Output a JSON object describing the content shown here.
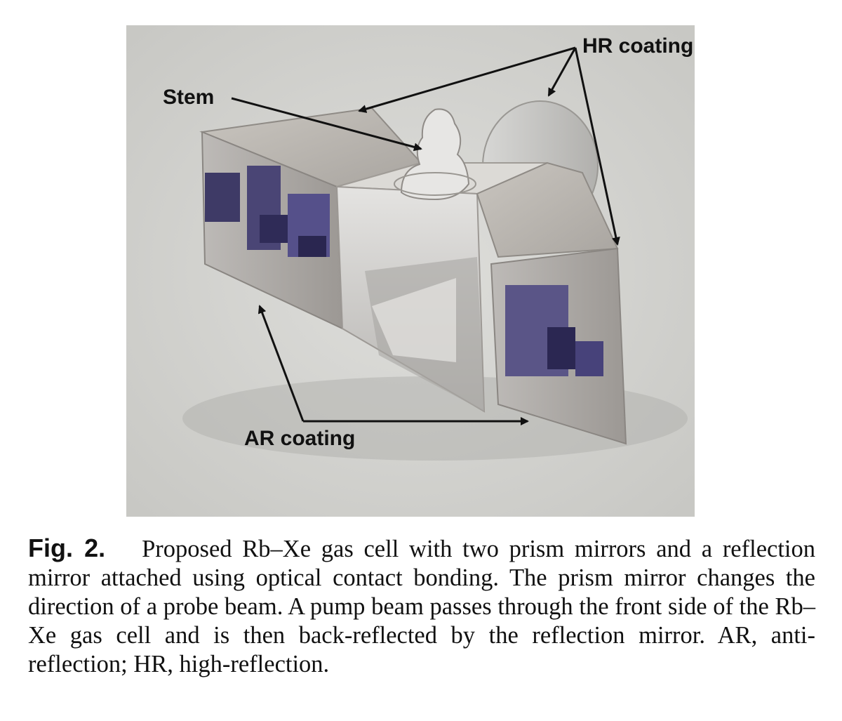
{
  "figure": {
    "callouts": {
      "hr": "HR coating",
      "stem": "Stem",
      "ar": "AR coating"
    }
  },
  "caption": {
    "label": "Fig. 2.",
    "text": "Proposed Rb–Xe gas cell with two prism mirrors and a reflection mirror attached using optical contact bonding. The prism mirror changes the direction of a probe beam. A pump beam passes through the front side of the Rb–Xe gas cell and is then back-reflected by the reflection mirror. AR, anti-reflection; HR, high-reflection."
  }
}
